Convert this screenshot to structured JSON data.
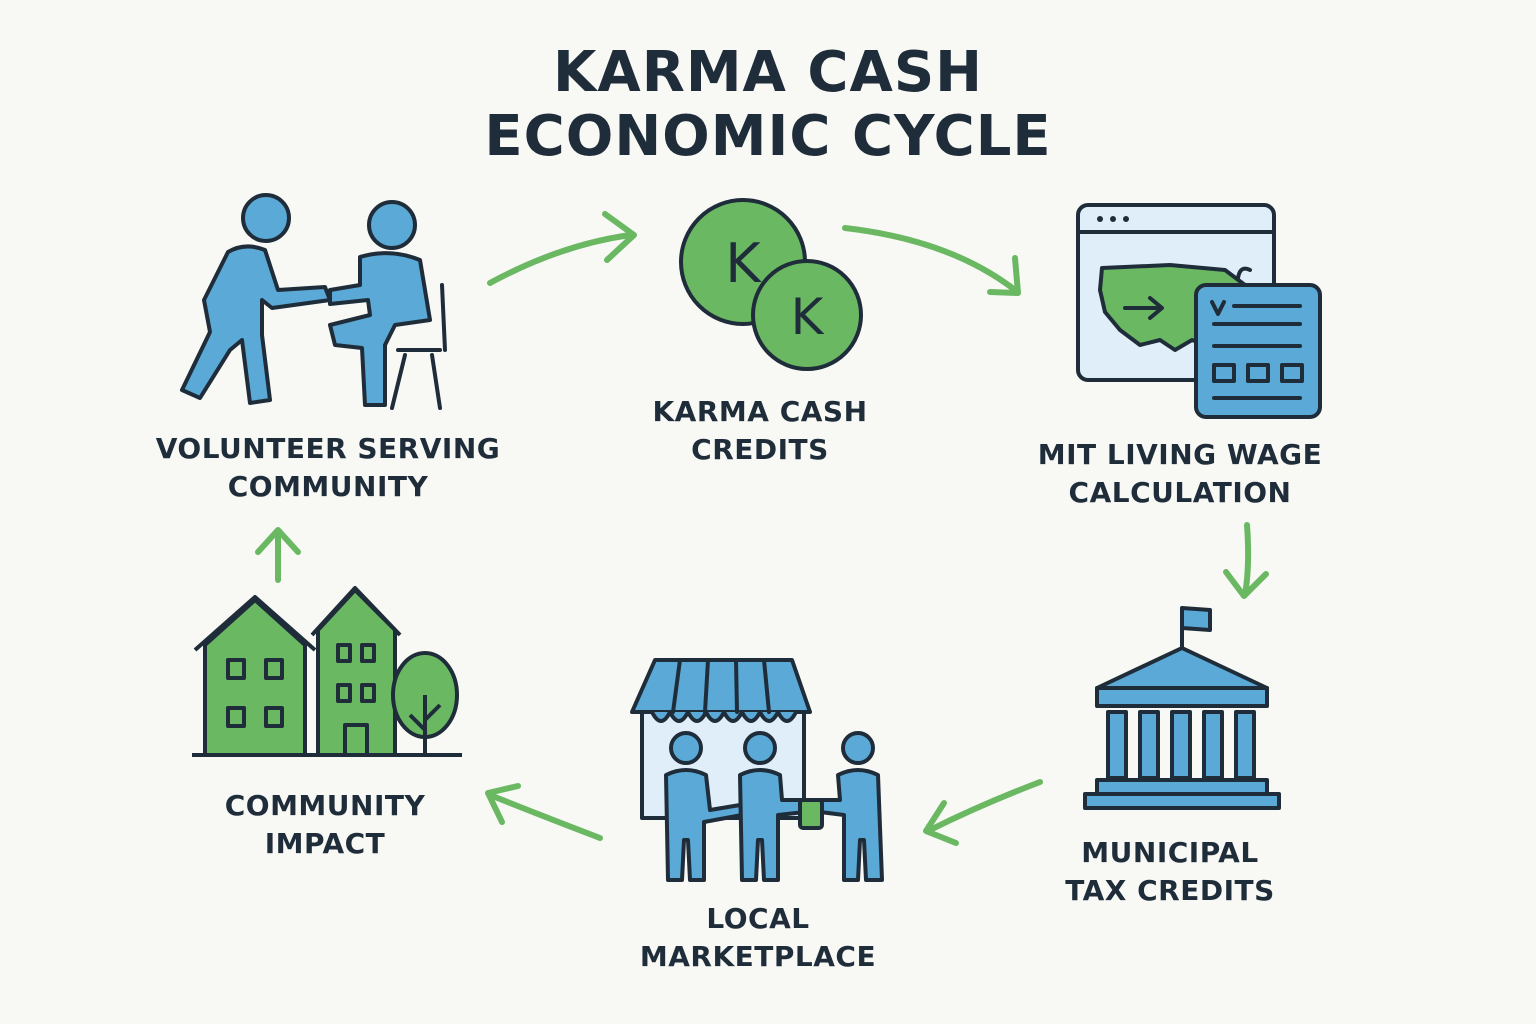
{
  "title": {
    "line1": "KARMA CASH",
    "line2": "ECONOMIC CYCLE"
  },
  "colors": {
    "blue": "#5ba9d6",
    "green": "#6bb863",
    "outline": "#1f2d3a",
    "background": "#f8f8f5"
  },
  "nodes": [
    {
      "id": "volunteer",
      "icon": "volunteer-handshake-icon",
      "line1": "VOLUNTEER SERVING",
      "line2": "COMMUNITY"
    },
    {
      "id": "credits",
      "icon": "karma-coins-icon",
      "coin_letter": "K",
      "line1": "KARMA CASH",
      "line2": "CREDITS"
    },
    {
      "id": "wage",
      "icon": "map-calculator-icon",
      "line1": "MIT LIVING WAGE",
      "line2": "CALCULATION"
    },
    {
      "id": "municipal",
      "icon": "government-building-icon",
      "line1": "MUNICIPAL",
      "line2": "TAX CREDITS"
    },
    {
      "id": "marketplace",
      "icon": "storefront-people-icon",
      "line1": "LOCAL",
      "line2": "MARKETPLACE"
    },
    {
      "id": "impact",
      "icon": "houses-tree-icon",
      "line1": "COMMUNITY",
      "line2": "IMPACT"
    }
  ]
}
